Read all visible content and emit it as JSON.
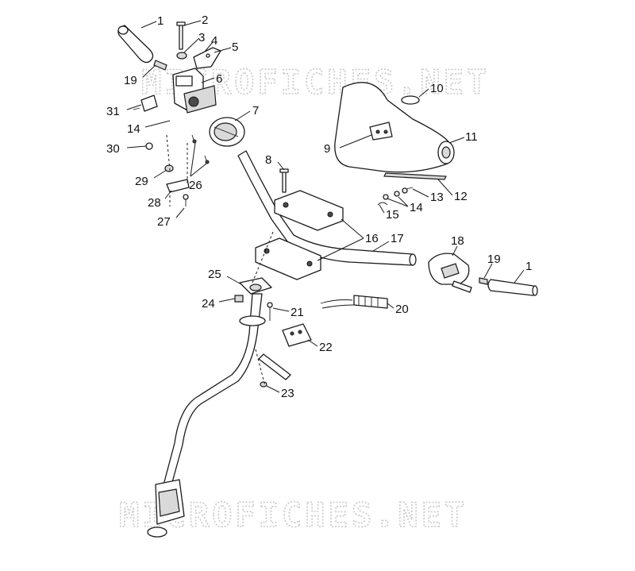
{
  "watermark": {
    "text": "MICROFICHES.NET"
  },
  "callouts": [
    {
      "id": "c1a",
      "label": "1"
    },
    {
      "id": "c2",
      "label": "2"
    },
    {
      "id": "c3",
      "label": "3"
    },
    {
      "id": "c4",
      "label": "4"
    },
    {
      "id": "c5",
      "label": "5"
    },
    {
      "id": "c19a",
      "label": "19"
    },
    {
      "id": "c6",
      "label": "6"
    },
    {
      "id": "c31",
      "label": "31"
    },
    {
      "id": "c7",
      "label": "7"
    },
    {
      "id": "c14a",
      "label": "14"
    },
    {
      "id": "c30",
      "label": "30"
    },
    {
      "id": "c29",
      "label": "29"
    },
    {
      "id": "c26",
      "label": "26"
    },
    {
      "id": "c28",
      "label": "28"
    },
    {
      "id": "c27",
      "label": "27"
    },
    {
      "id": "c10",
      "label": "10"
    },
    {
      "id": "c9",
      "label": "9"
    },
    {
      "id": "c11",
      "label": "11"
    },
    {
      "id": "c8",
      "label": "8"
    },
    {
      "id": "c12",
      "label": "12"
    },
    {
      "id": "c13",
      "label": "13"
    },
    {
      "id": "c14b",
      "label": "14"
    },
    {
      "id": "c15",
      "label": "15"
    },
    {
      "id": "c16",
      "label": "16"
    },
    {
      "id": "c17",
      "label": "17"
    },
    {
      "id": "c18",
      "label": "18"
    },
    {
      "id": "c19b",
      "label": "19"
    },
    {
      "id": "c1b",
      "label": "1"
    },
    {
      "id": "c25",
      "label": "25"
    },
    {
      "id": "c24",
      "label": "24"
    },
    {
      "id": "c21",
      "label": "21"
    },
    {
      "id": "c20",
      "label": "20"
    },
    {
      "id": "c22",
      "label": "22"
    },
    {
      "id": "c23",
      "label": "23"
    }
  ]
}
